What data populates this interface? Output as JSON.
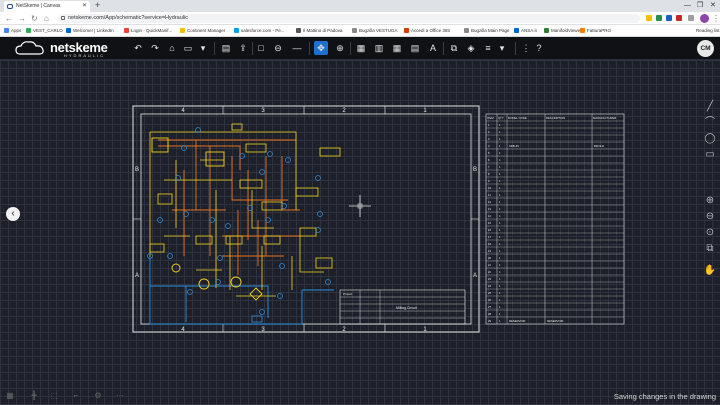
{
  "browser": {
    "tab_title": "NetSkeme | Canvas",
    "new_tab": "+",
    "url": "netskeme.com/App/schematic?service=Hydraulic",
    "reading_list": "Reading list"
  },
  "bookmarks": [
    {
      "label": "Apps",
      "color": "#4285f4"
    },
    {
      "label": "VEST_CARLO",
      "color": "#34a853"
    },
    {
      "label": "Welcome! | LinkedIn",
      "color": "#0a66c2"
    },
    {
      "label": "Login - QuickManif...",
      "color": "#ea4335"
    },
    {
      "label": "Continent Manager",
      "color": "#fbbc05"
    },
    {
      "label": "salesforce.com - Pe...",
      "color": "#00a1e0"
    },
    {
      "label": "Il Mattino di Padova",
      "color": "#555555"
    },
    {
      "label": "Bugzilla VESTUGA",
      "color": "#888888"
    },
    {
      "label": "Accedi a Office 365",
      "color": "#d83b01"
    },
    {
      "label": "Bugzilla Main Page",
      "color": "#888888"
    },
    {
      "label": "ANSA.it",
      "color": "#0066cc"
    },
    {
      "label": "ManifoldViewer",
      "color": "#2e7d32"
    },
    {
      "label": "FatturaPRO",
      "color": "#f57c00"
    }
  ],
  "app": {
    "logo_main": "netskeme",
    "logo_sub": "HYDRAULIC",
    "user_initials": "CM",
    "status_text": "Saving changes in the drawing"
  },
  "drawing": {
    "frame_columns": [
      "4",
      "3",
      "2",
      "1"
    ],
    "frame_rows": [
      "B",
      "A"
    ],
    "title_block": {
      "title": "Milling Circuit",
      "project": "Project"
    },
    "bom": {
      "headers": [
        "ITEM",
        "QTY",
        "MODEL CODE",
        "DESCRIPTION",
        "MANUFACTURER"
      ],
      "row_numbers": [
        "1",
        "2",
        "3",
        "4",
        "5",
        "6",
        "7",
        "8",
        "9",
        "10",
        "11",
        "12",
        "13",
        "14",
        "15",
        "16",
        "17",
        "18",
        "19",
        "20",
        "21",
        "22",
        "23",
        "24",
        "25",
        "26",
        "27",
        "28",
        "29"
      ],
      "sample_model": "SDB-46",
      "sample_manufacturer": "BIFOLD",
      "footer_model": "RESERVOIR",
      "footer_description": "RESERVOIR"
    }
  },
  "colors": {
    "accent": "#1f6fd1",
    "hydraulic_yellow": "#f2d21c",
    "hydraulic_orange": "#e8731e",
    "hydraulic_blue": "#2f8fe0",
    "frame_white": "#e6e6e6"
  }
}
